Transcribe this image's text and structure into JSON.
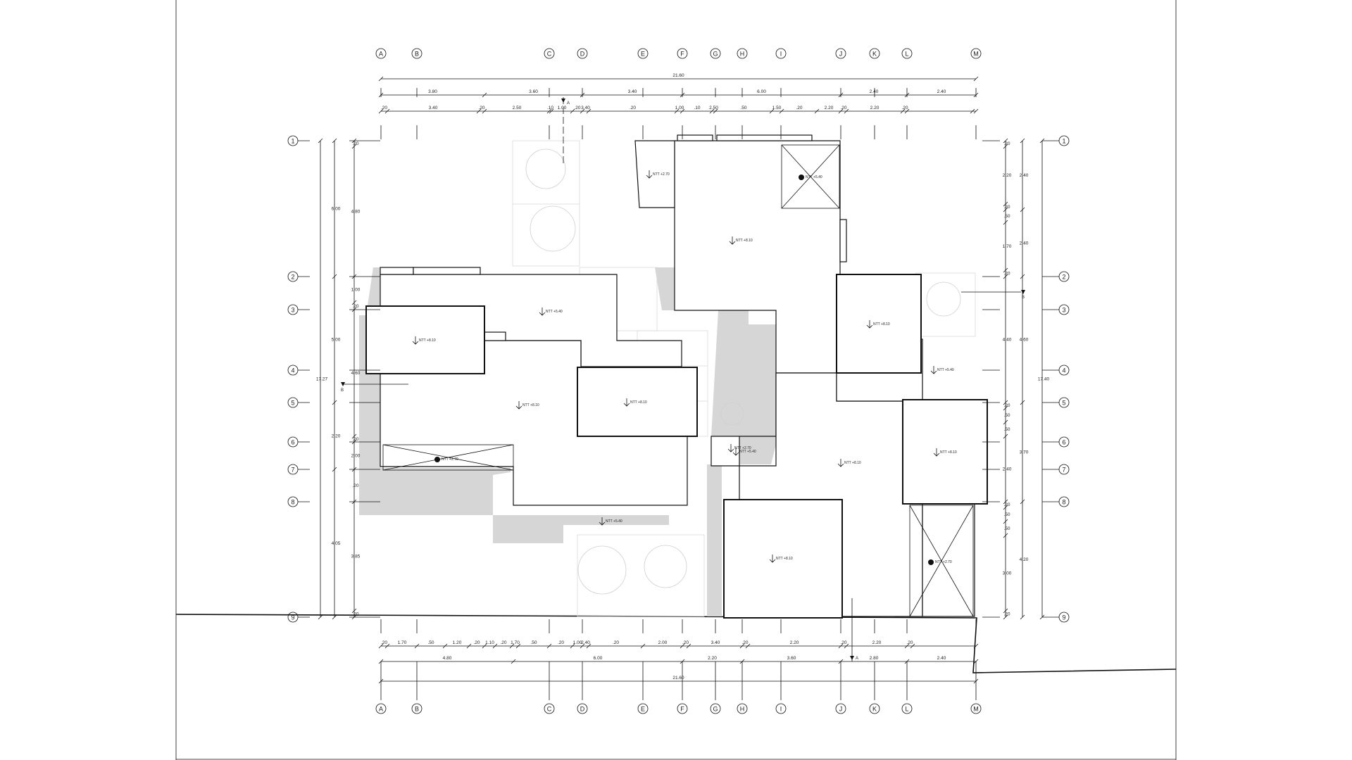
{
  "grid_columns": [
    "A",
    "B",
    "C",
    "D",
    "E",
    "F",
    "G",
    "H",
    "I",
    "J",
    "K",
    "L",
    "M"
  ],
  "grid_rows": [
    "1",
    "2",
    "3",
    "4",
    "5",
    "6",
    "7",
    "8",
    "9"
  ],
  "dims": {
    "top_total": "21.60",
    "top_major": [
      "3.80",
      "3.60",
      "3.40",
      "6.00",
      "2.40",
      "2.40"
    ],
    "top_minor": [
      ".20",
      "3.40",
      ".20",
      "2.50",
      ".10",
      "1.00",
      ".20",
      "3.40",
      ".20",
      "1.00",
      ".10",
      "2.50",
      ".50",
      "1.50",
      ".20",
      "2.20",
      ".20",
      "2.20",
      ".20"
    ],
    "bottom_minor": [
      ".20",
      "1.70",
      ".50",
      "1.20",
      ".20",
      "1.10",
      ".20",
      "1.70",
      ".50",
      ".20",
      "1.00",
      "2.40",
      ".20",
      "2.00",
      ".20",
      "3.40",
      ".20",
      "2.20",
      ".20",
      "2.20",
      ".20"
    ],
    "bottom_major": [
      "4.80",
      "6.00",
      "2.20",
      "3.60",
      "2.80",
      "2.40"
    ],
    "bottom_total": "21.60",
    "left_inner": [
      ".20",
      "4.80",
      "1.00",
      ".20",
      "4.60",
      ".20",
      "2.00",
      ".20",
      "3.85",
      ".20"
    ],
    "left_mid": [
      "6.00",
      "5.00",
      "2.20",
      "4.05"
    ],
    "left_total": "17.27",
    "right_inner": [
      ".20",
      "2.20",
      ".20",
      ".50",
      "1.70",
      ".20",
      "4.40",
      ".20",
      ".50",
      ".50",
      "2.40",
      ".20",
      ".50",
      ".50",
      "3.00",
      ".20"
    ],
    "right_mid": [
      "2.40",
      "2.40",
      "4.60",
      "3.70",
      "4.20"
    ],
    "right_total": "17.40"
  },
  "levels": {
    "nt_270_a": "NTT +2.70",
    "nt_540_a": "NTT +5.40",
    "nt_810_a": "NTT +8.10",
    "nt_540_b": "NTT +5.40",
    "nt_810_b": "NTT +8.10",
    "nt_810_c": "NTT +8.10",
    "nt_810_d": "NTT +8.10",
    "nt_810_e": "NTT +8.10",
    "nt_540_c": "NTT +5.40",
    "nt_270_b": "NTT +2.70",
    "nt_540_d": "NTT +5.40",
    "nt_810_f": "NTT +8.10",
    "nt_810_g": "NTT +8.10",
    "nt_810_h": "NTT +8.10",
    "nt_540_e": "NTT +5.40",
    "nt_270_c": "NTT +2.70",
    "nt_270_d": "NTT +2.70"
  },
  "sections": {
    "a_top": "A",
    "a_bottom": "A",
    "b_left": "B",
    "b_right": "B"
  }
}
